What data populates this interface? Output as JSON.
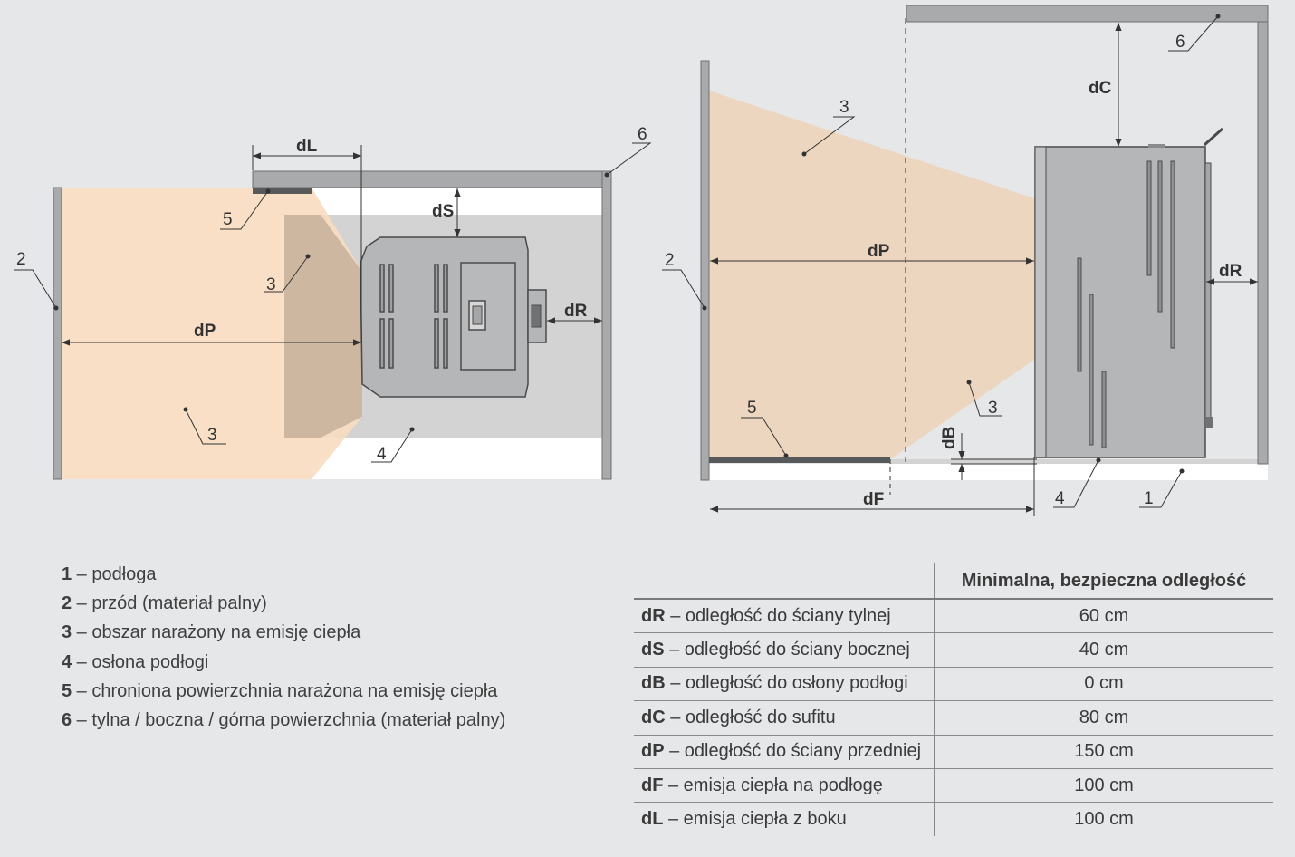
{
  "diagram_left": {
    "labels": {
      "n2": "2",
      "n3a": "3",
      "n3b": "3",
      "n4": "4",
      "n5": "5",
      "n6": "6"
    },
    "dims": {
      "dL": "dL",
      "dS": "dS",
      "dR": "dR",
      "dP": "dP"
    }
  },
  "diagram_right": {
    "labels": {
      "n1": "1",
      "n2": "2",
      "n3a": "3",
      "n3b": "3",
      "n4": "4",
      "n5": "5",
      "n6": "6"
    },
    "dims": {
      "dC": "dC",
      "dP": "dP",
      "dR": "dR",
      "dB": "dB",
      "dF": "dF"
    }
  },
  "legend": [
    {
      "num": "1",
      "text": " – podłoga"
    },
    {
      "num": "2",
      "text": " – przód (materiał palny)"
    },
    {
      "num": "3",
      "text": " – obszar narażony na emisję ciepła"
    },
    {
      "num": "4",
      "text": " – osłona podłogi"
    },
    {
      "num": "5",
      "text": " – chroniona powierzchnia narażona na emisję ciepła"
    },
    {
      "num": "6",
      "text": " – tylna / boczna / górna powierzchnia (materiał palny)"
    }
  ],
  "table": {
    "header_value": "Minimalna, bezpieczna odległość",
    "rows": [
      {
        "code": "dR",
        "desc": " – odległość do ściany tylnej",
        "value": "60 cm"
      },
      {
        "code": "dS",
        "desc": " – odległość do ściany bocznej",
        "value": "40 cm"
      },
      {
        "code": "dB",
        "desc": " – odległość do osłony podłogi",
        "value": "0 cm"
      },
      {
        "code": "dC",
        "desc": " – odległość do sufitu",
        "value": "80 cm"
      },
      {
        "code": "dP",
        "desc": " – odległość do ściany przedniej",
        "value": "150 cm"
      },
      {
        "code": "dF",
        "desc": " – emisja ciepła na podłogę",
        "value": "100 cm"
      },
      {
        "code": "dL",
        "desc": " – emisja ciepła z boku",
        "value": "100 cm"
      }
    ]
  },
  "colors": {
    "background": "#e6e7e9",
    "heat_zone": "#f5d9bc",
    "floor_guard": "#d3d3d3",
    "wall": "#a9aaac",
    "stove": "#b5b6b8"
  }
}
